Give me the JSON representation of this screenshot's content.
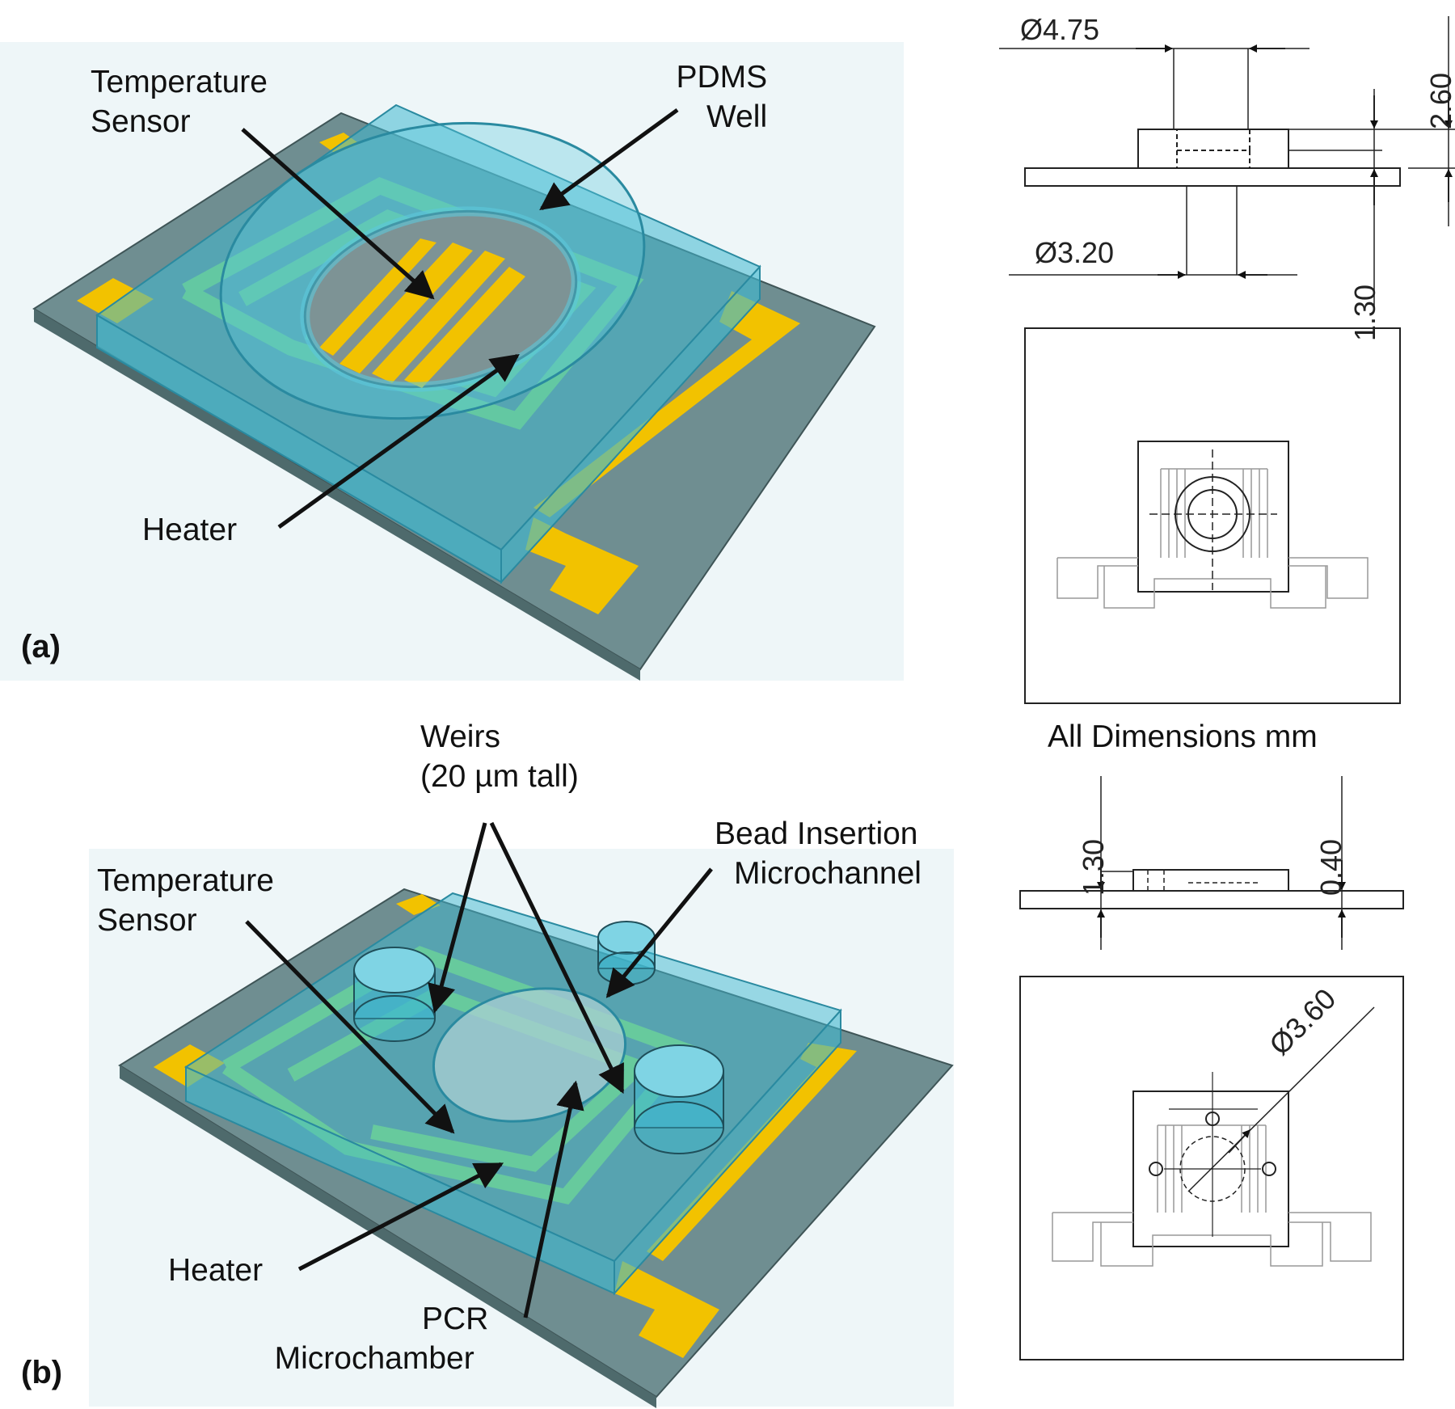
{
  "panel_a": {
    "tag": "(a)",
    "labels": {
      "temp_sensor": [
        "Temperature",
        "Sensor"
      ],
      "pdms_well": [
        "PDMS",
        "Well"
      ],
      "heater": "Heater"
    }
  },
  "panel_b": {
    "tag": "(b)",
    "labels": {
      "weirs": [
        "Weirs",
        "(20 µm tall)"
      ],
      "bead": [
        "Bead Insertion",
        "Microchannel"
      ],
      "temp_sensor": [
        "Temperature",
        "Sensor"
      ],
      "heater": "Heater",
      "pcr": [
        "PCR",
        "Microchamber"
      ]
    }
  },
  "drawings": {
    "dim_475": "Ø4.75",
    "dim_260": "2.60",
    "dim_320": "Ø3.20",
    "dim_130_top": "1.30",
    "all_dimensions": "All Dimensions mm",
    "dim_130_b": "1.30",
    "dim_040": "0.40",
    "dim_360": "Ø3.60"
  },
  "colors": {
    "substrate": "#6f8e91",
    "pdms": "#3fb8cf",
    "gold": "#f2c200",
    "heater_green": "#8fdc6a",
    "panel_bg": "#eef6f8"
  }
}
